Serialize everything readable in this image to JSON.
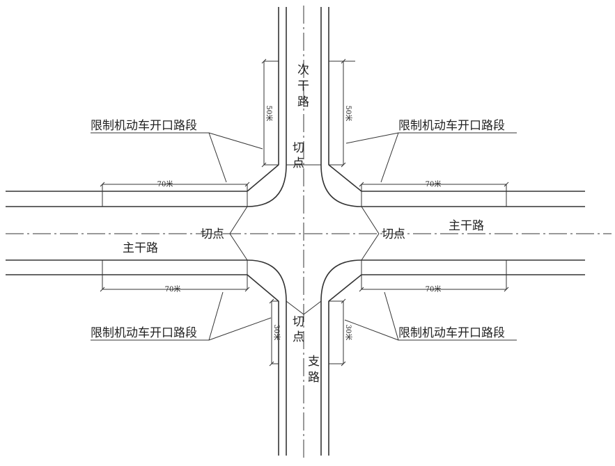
{
  "roads": {
    "secondary": [
      "次",
      "干",
      "路"
    ],
    "branch": [
      "支",
      "路"
    ],
    "main_left": "主干路",
    "main_right": "主干路"
  },
  "tangent_point": {
    "horizontal": "切点",
    "vertical": [
      "切",
      "点"
    ]
  },
  "restricted_label": "限制机动车开口路段",
  "dimensions": {
    "secondary_len": "50米",
    "branch_len": "30米",
    "main_len": "70米"
  }
}
